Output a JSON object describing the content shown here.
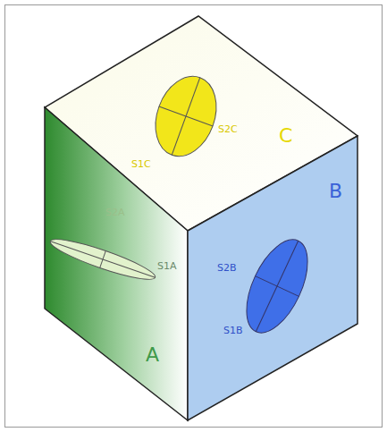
{
  "diagram": {
    "labels": [
      "S2C",
      "S1C",
      "C",
      "S2A",
      "S1A",
      "B",
      "S2B",
      "S1B",
      "A"
    ]
  }
}
